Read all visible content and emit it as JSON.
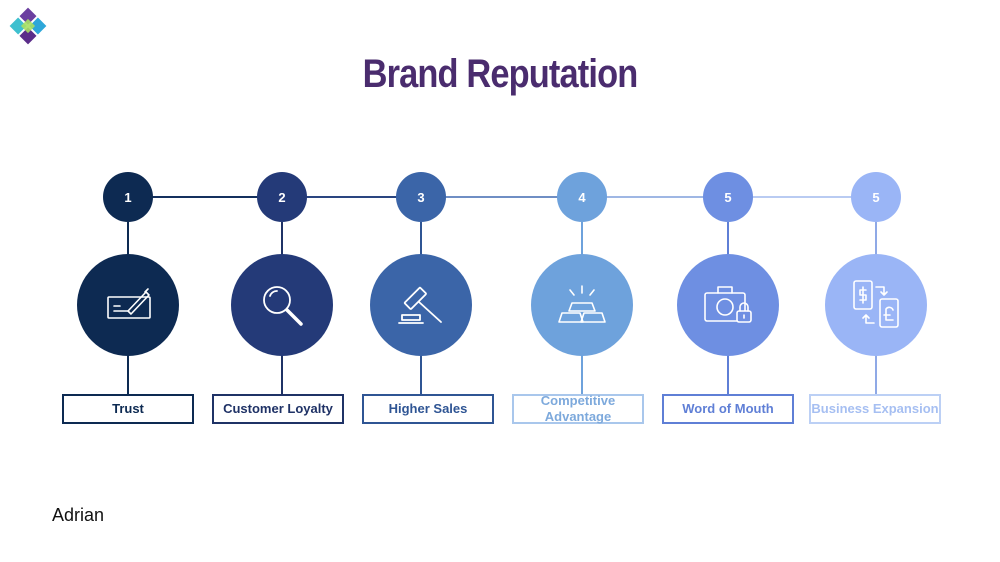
{
  "title": "Brand Reputation",
  "author": "Adrian",
  "steps": [
    {
      "number": "1",
      "label": "Trust",
      "icon": "check-writing-icon",
      "color": "#0d2a52",
      "label_color": "#0d2a52"
    },
    {
      "number": "2",
      "label": "Customer Loyalty",
      "icon": "magnifier-icon",
      "color": "#243a78",
      "label_color": "#1f3266"
    },
    {
      "number": "3",
      "label": "Higher Sales",
      "icon": "gavel-icon",
      "color": "#3b65a8",
      "label_color": "#2f5594"
    },
    {
      "number": "4",
      "label": "Competitive Advantage",
      "icon": "gold-bars-icon",
      "color": "#6ea2dc",
      "label_color": "#7da9dc"
    },
    {
      "number": "5",
      "label": "Word of Mouth",
      "icon": "locked-case-icon",
      "color": "#6e8fe2",
      "label_color": "#5f7fd6"
    },
    {
      "number": "5",
      "label": "Business Expansion",
      "icon": "currency-exchange-icon",
      "color": "#9ab5f6",
      "label_color": "#a6bff2"
    }
  ]
}
